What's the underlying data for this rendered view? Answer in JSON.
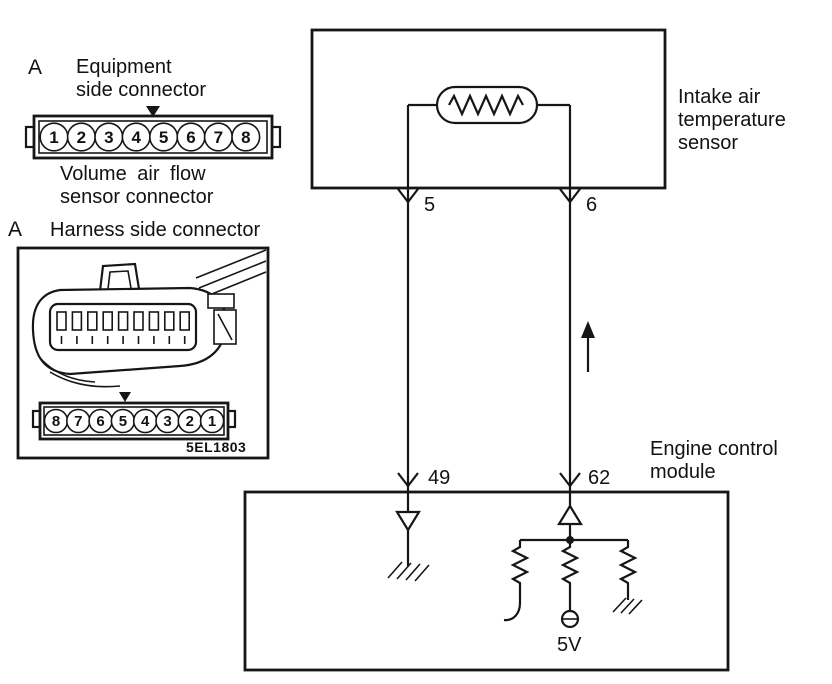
{
  "page": {
    "bg": "#ffffff",
    "ink": "#161616"
  },
  "equipment_connector": {
    "marker": "A",
    "title_lines": [
      "Equipment",
      "side connector"
    ],
    "pins": [
      "1",
      "2",
      "3",
      "4",
      "5",
      "6",
      "7",
      "8"
    ],
    "caption_lines": [
      "Volume air flow",
      "sensor connector"
    ]
  },
  "harness_connector": {
    "marker": "A",
    "title": "Harness side connector",
    "pins": [
      "8",
      "7",
      "6",
      "5",
      "4",
      "3",
      "2",
      "1"
    ],
    "figure_code": "5EL1803"
  },
  "circuit": {
    "sensor_label_lines": [
      "Intake air",
      "temperature",
      "sensor"
    ],
    "ecm_label_lines": [
      "Engine control",
      "module"
    ],
    "sensor_pin_left": "5",
    "sensor_pin_right": "6",
    "ecm_pin_left": "49",
    "ecm_pin_right": "62",
    "voltage_label": "5V"
  }
}
